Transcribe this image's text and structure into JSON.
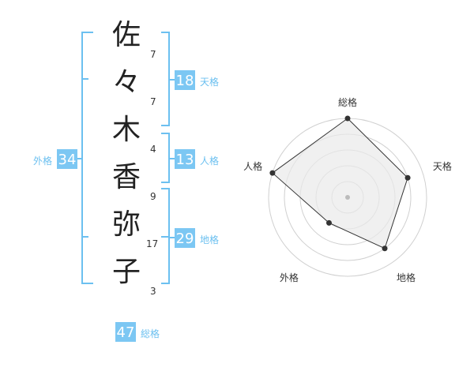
{
  "theme": {
    "accent": "#7cc7f3",
    "line": "#6cc0f0",
    "label_text": "#6cc0f0",
    "badge_text": "#ffffff",
    "char_text": "#222222",
    "stroke_text": "#333333",
    "radar_grid": "#d0d0d0",
    "radar_fill": "#e9e9e9",
    "radar_line": "#333333"
  },
  "name": {
    "characters": [
      {
        "char": "佐",
        "strokes": "7"
      },
      {
        "char": "々",
        "strokes": "7"
      },
      {
        "char": "木",
        "strokes": "4"
      },
      {
        "char": "香",
        "strokes": "9"
      },
      {
        "char": "弥",
        "strokes": "17"
      },
      {
        "char": "子",
        "strokes": "3"
      }
    ]
  },
  "fortunes": {
    "tenkaku": {
      "value": "18",
      "label": "天格"
    },
    "jinkaku": {
      "value": "13",
      "label": "人格"
    },
    "chikaku": {
      "value": "29",
      "label": "地格"
    },
    "gaikaku": {
      "value": "34",
      "label": "外格"
    },
    "soukaku": {
      "value": "47",
      "label": "総格"
    }
  },
  "radar": {
    "axes": [
      "総格",
      "天格",
      "地格",
      "外格",
      "人格"
    ],
    "scores": [
      5,
      4,
      4,
      2,
      5
    ],
    "max_score": 5
  }
}
